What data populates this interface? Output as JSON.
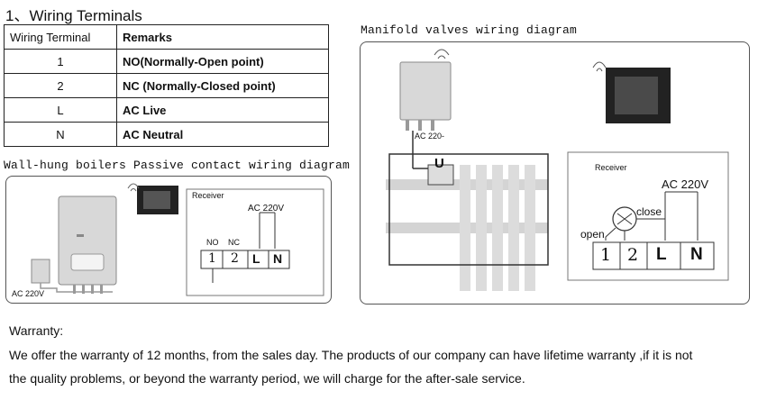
{
  "section_title": "1、Wiring Terminals",
  "table": {
    "headers": [
      "Wiring Terminal",
      "Remarks"
    ],
    "rows": [
      {
        "terminal": "1",
        "remark": "NO(Normally-Open point)"
      },
      {
        "terminal": "2",
        "remark": "NC (Normally-Closed point)"
      },
      {
        "terminal": "L",
        "remark": "AC Live"
      },
      {
        "terminal": "N",
        "remark": "AC Neutral"
      }
    ]
  },
  "boiler_diagram": {
    "caption": "Wall-hung boilers Passive contact wiring diagram",
    "receiver_label": "Receiver",
    "ac_label": "AC 220V",
    "no_label": "NO",
    "nc_label": "NC",
    "terminals": [
      "1",
      "2",
      "L",
      "N"
    ],
    "plug_label": "AC 220V"
  },
  "manifold_diagram": {
    "caption": "Manifold valves wiring diagram",
    "ac_label": "AC 220-",
    "valve_letter": "U",
    "receiver_label": "Receiver",
    "receiver_ac_label": "AC 220V",
    "close_label": "close",
    "open_label": "open",
    "terminals": [
      "1",
      "2",
      "L",
      "N"
    ]
  },
  "warranty": {
    "heading": "Warranty:",
    "line1": "We offer the warranty of 12 months, from the sales day. The products of our company can have lifetime warranty ,if it is not",
    "line2": "the quality problems, or beyond the warranty period, we will charge for the after-sale service."
  }
}
